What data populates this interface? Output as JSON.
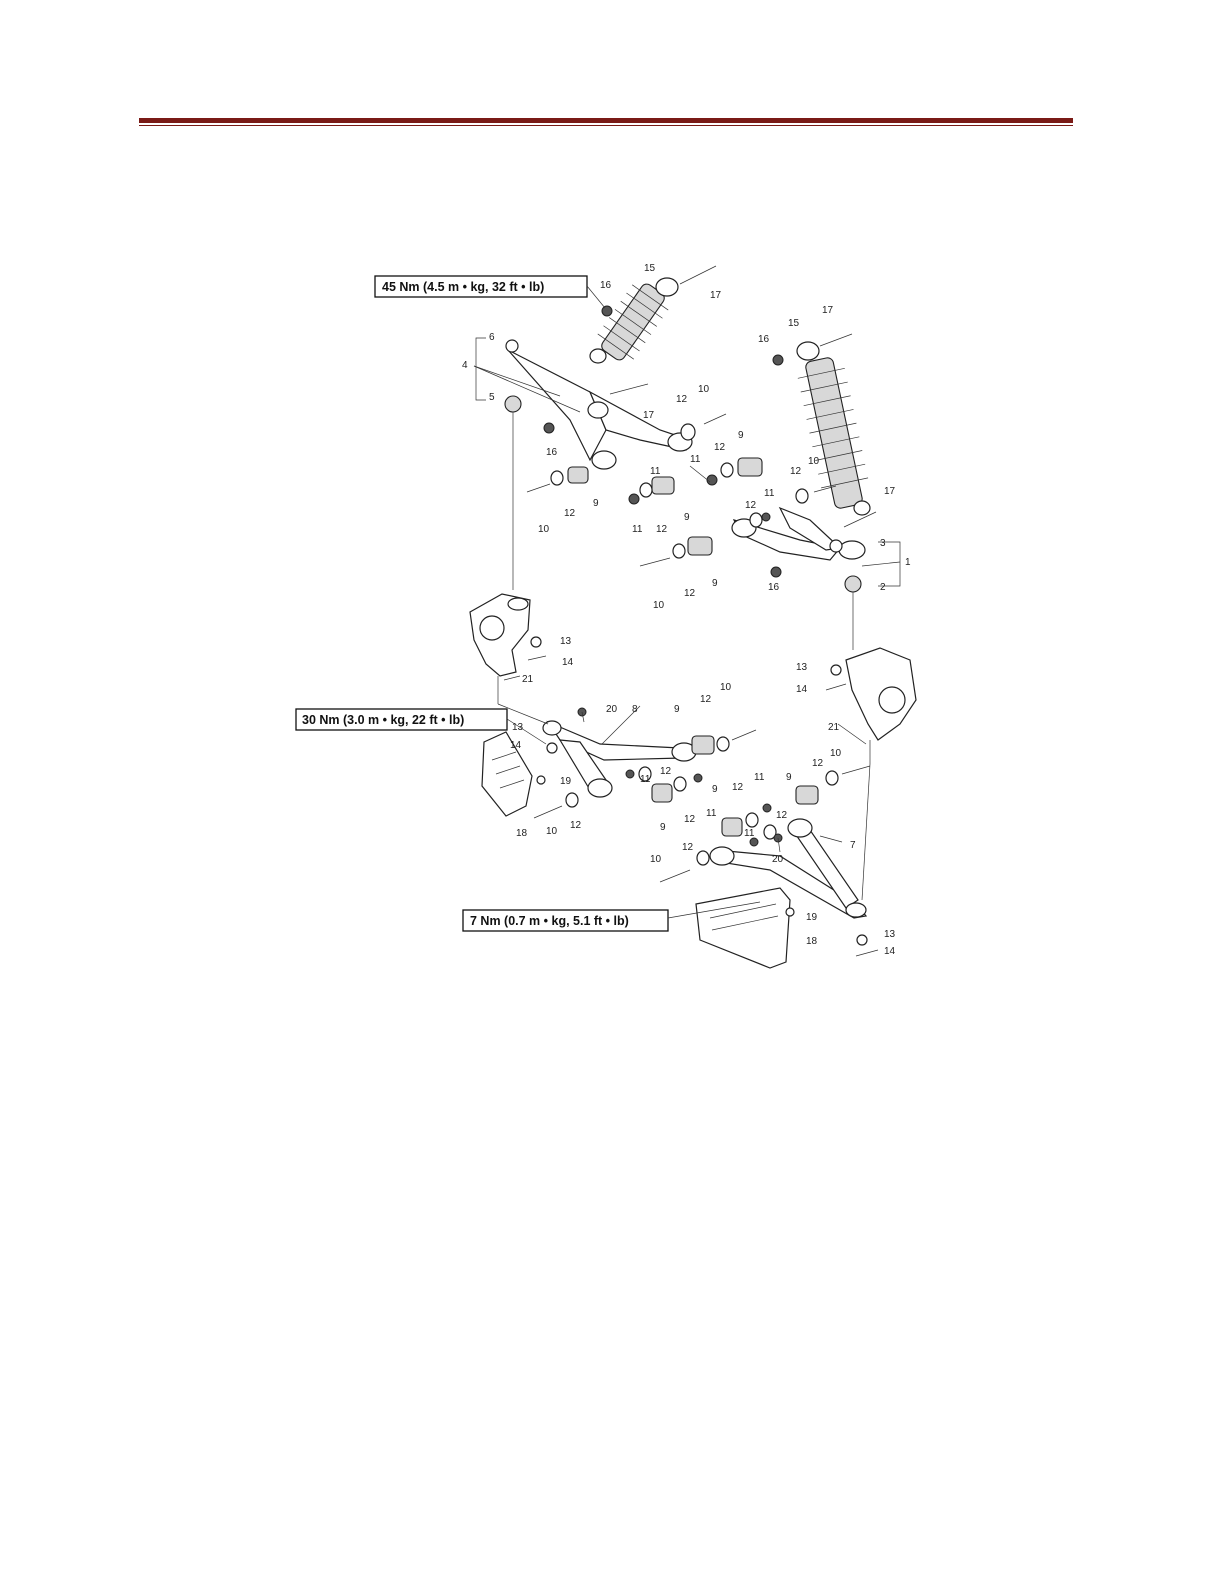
{
  "torque_specs": {
    "upper": "45 Nm (4.5 m • kg, 32 ft • lb)",
    "middle": "30 Nm (3.0 m • kg, 22 ft • lb)",
    "lower": "7 Nm (0.7 m • kg, 5.1 ft • lb)"
  },
  "callouts": {
    "n1": "1",
    "n2": "2",
    "n3": "3",
    "n4": "4",
    "n5": "5",
    "n6": "6",
    "n7": "7",
    "n8": "8",
    "n9": "9",
    "n10": "10",
    "n11": "11",
    "n12": "12",
    "n13": "13",
    "n14": "14",
    "n15": "15",
    "n16": "16",
    "n17": "17",
    "n18": "18",
    "n19": "19",
    "n20": "20",
    "n21": "21"
  }
}
